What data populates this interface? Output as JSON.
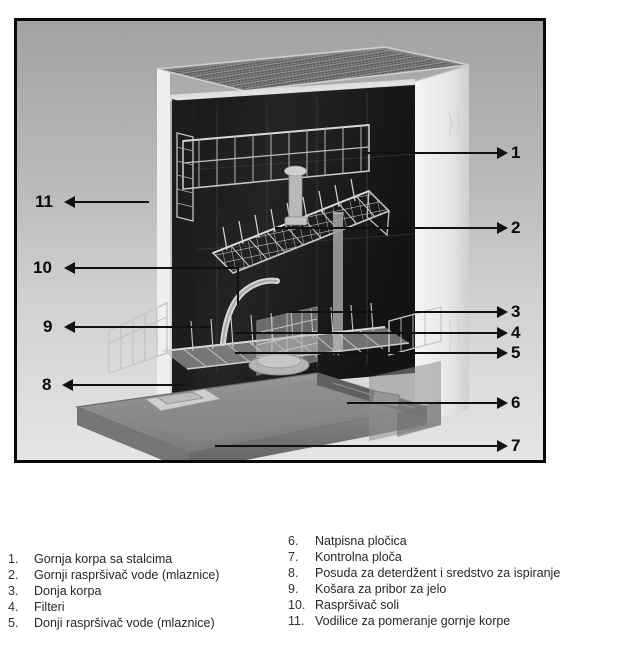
{
  "figure": {
    "alt_title": "Dishwasher interior cutaway with numbered callouts",
    "frame_border_color": "#0a0a0a",
    "background_top_color": "#a3a3a3",
    "background_bottom_color": "#e4e4e4"
  },
  "callouts": {
    "right": [
      {
        "id": "1",
        "label": "1"
      },
      {
        "id": "2",
        "label": "2"
      },
      {
        "id": "3",
        "label": "3"
      },
      {
        "id": "4",
        "label": "4"
      },
      {
        "id": "5",
        "label": "5"
      },
      {
        "id": "6",
        "label": "6"
      },
      {
        "id": "7",
        "label": "7"
      }
    ],
    "left": [
      {
        "id": "8",
        "label": "8"
      },
      {
        "id": "9",
        "label": "9"
      },
      {
        "id": "10",
        "label": "10"
      },
      {
        "id": "11",
        "label": "11"
      }
    ]
  },
  "legend": {
    "left_column": [
      {
        "num": "1.",
        "text": "Gornja korpa sa stalcima"
      },
      {
        "num": "2.",
        "text": "Gornji raspršivač vode (mlaznice)"
      },
      {
        "num": "3.",
        "text": "Donja korpa"
      },
      {
        "num": "4.",
        "text": "Filteri"
      },
      {
        "num": "5.",
        "text": "Donji raspršivač vode (mlaznice)"
      }
    ],
    "right_column": [
      {
        "num": "6.",
        "text": "Natpisna pločica"
      },
      {
        "num": "7.",
        "text": "Kontrolna ploča"
      },
      {
        "num": "8.",
        "text": "Posuda za deterdžent i sredstvo za ispiranje"
      },
      {
        "num": "9.",
        "text": "Košara za pribor za jelo"
      },
      {
        "num": "10.",
        "text": "Raspršivač soli"
      },
      {
        "num": "11.",
        "text": "Vodilice za pomeranje gornje korpe"
      }
    ]
  },
  "colors": {
    "text": "#23272c",
    "callout_text": "#0b0b0b",
    "leader_line": "#111111"
  }
}
